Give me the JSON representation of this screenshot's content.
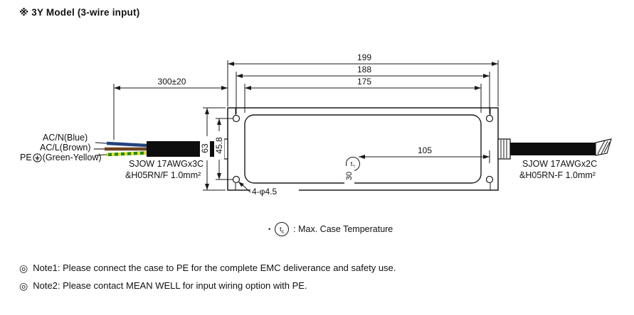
{
  "title": "※ 3Y Model (3-wire input)",
  "dims": {
    "overall_length": "199",
    "hole_pitch_x": "188",
    "face_length": "175",
    "cable_length": "300±20",
    "overall_height": "63",
    "hole_pitch_y": "45.8",
    "tc_offset": "105",
    "tc_bottom_offset": "30",
    "mounting_holes": "4-φ4.5"
  },
  "wires": {
    "acn_label": "AC/N(Blue)",
    "acl_label": "AC/L(Brown)",
    "pe_label_prefix": "PE",
    "pe_label_suffix": "(Green-Yellow)",
    "input_cable_spec1": "SJOW 17AWGx3C",
    "input_cable_spec2": "&H05RN/F 1.0mm²",
    "output_cable_spec1": "SJOW 17AWGx2C",
    "output_cable_spec2": "&H05RN-F 1.0mm²"
  },
  "tc": {
    "t": "t",
    "c": "c",
    "legend_bullet": "•",
    "legend_text": ": Max. Case Temperature"
  },
  "notes": [
    {
      "bullet": "◎",
      "text": "Note1: Please connect the case to PE for the complete EMC deliverance and safety use."
    },
    {
      "bullet": "◎",
      "text": "Note2: Please contact MEAN WELL for input wiring option with PE."
    }
  ],
  "colors": {
    "line": "#1a1a1a",
    "wire_blue": "#23427e",
    "wire_brown": "#6d4320",
    "wire_green": "#1f8a1f",
    "wire_yellow": "#e8df1f",
    "cable": "#0d0d0d"
  }
}
